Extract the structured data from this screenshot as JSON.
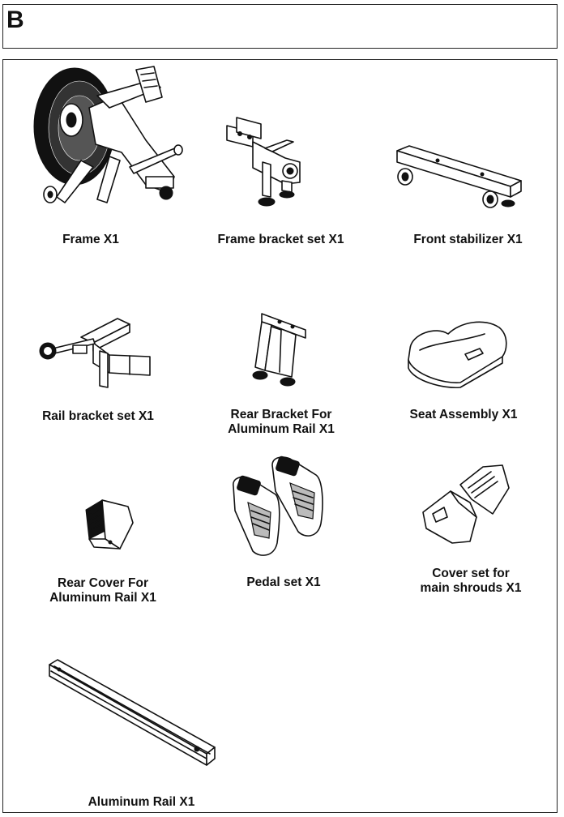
{
  "header": {
    "section_letter": "B"
  },
  "parts": [
    {
      "label": "Frame X1",
      "icon": "rower-frame-icon"
    },
    {
      "label": "Frame bracket set X1",
      "icon": "frame-bracket-icon"
    },
    {
      "label": "Front stabilizer X1",
      "icon": "front-stabilizer-icon"
    },
    {
      "label": "Rail bracket set X1",
      "icon": "rail-bracket-icon"
    },
    {
      "label_line1": "Rear Bracket For",
      "label_line2": "Aluminum Rail X1",
      "icon": "rear-bracket-icon"
    },
    {
      "label": "Seat Assembly X1",
      "icon": "seat-icon"
    },
    {
      "label_line1": "Rear Cover For",
      "label_line2": "Aluminum Rail X1",
      "icon": "rear-cover-icon"
    },
    {
      "label": "Pedal set X1",
      "icon": "pedal-icon"
    },
    {
      "label_line1": "Cover set for",
      "label_line2": "main shrouds X1",
      "icon": "shroud-cover-icon"
    },
    {
      "label": "Aluminum Rail X1",
      "icon": "aluminum-rail-icon"
    }
  ]
}
